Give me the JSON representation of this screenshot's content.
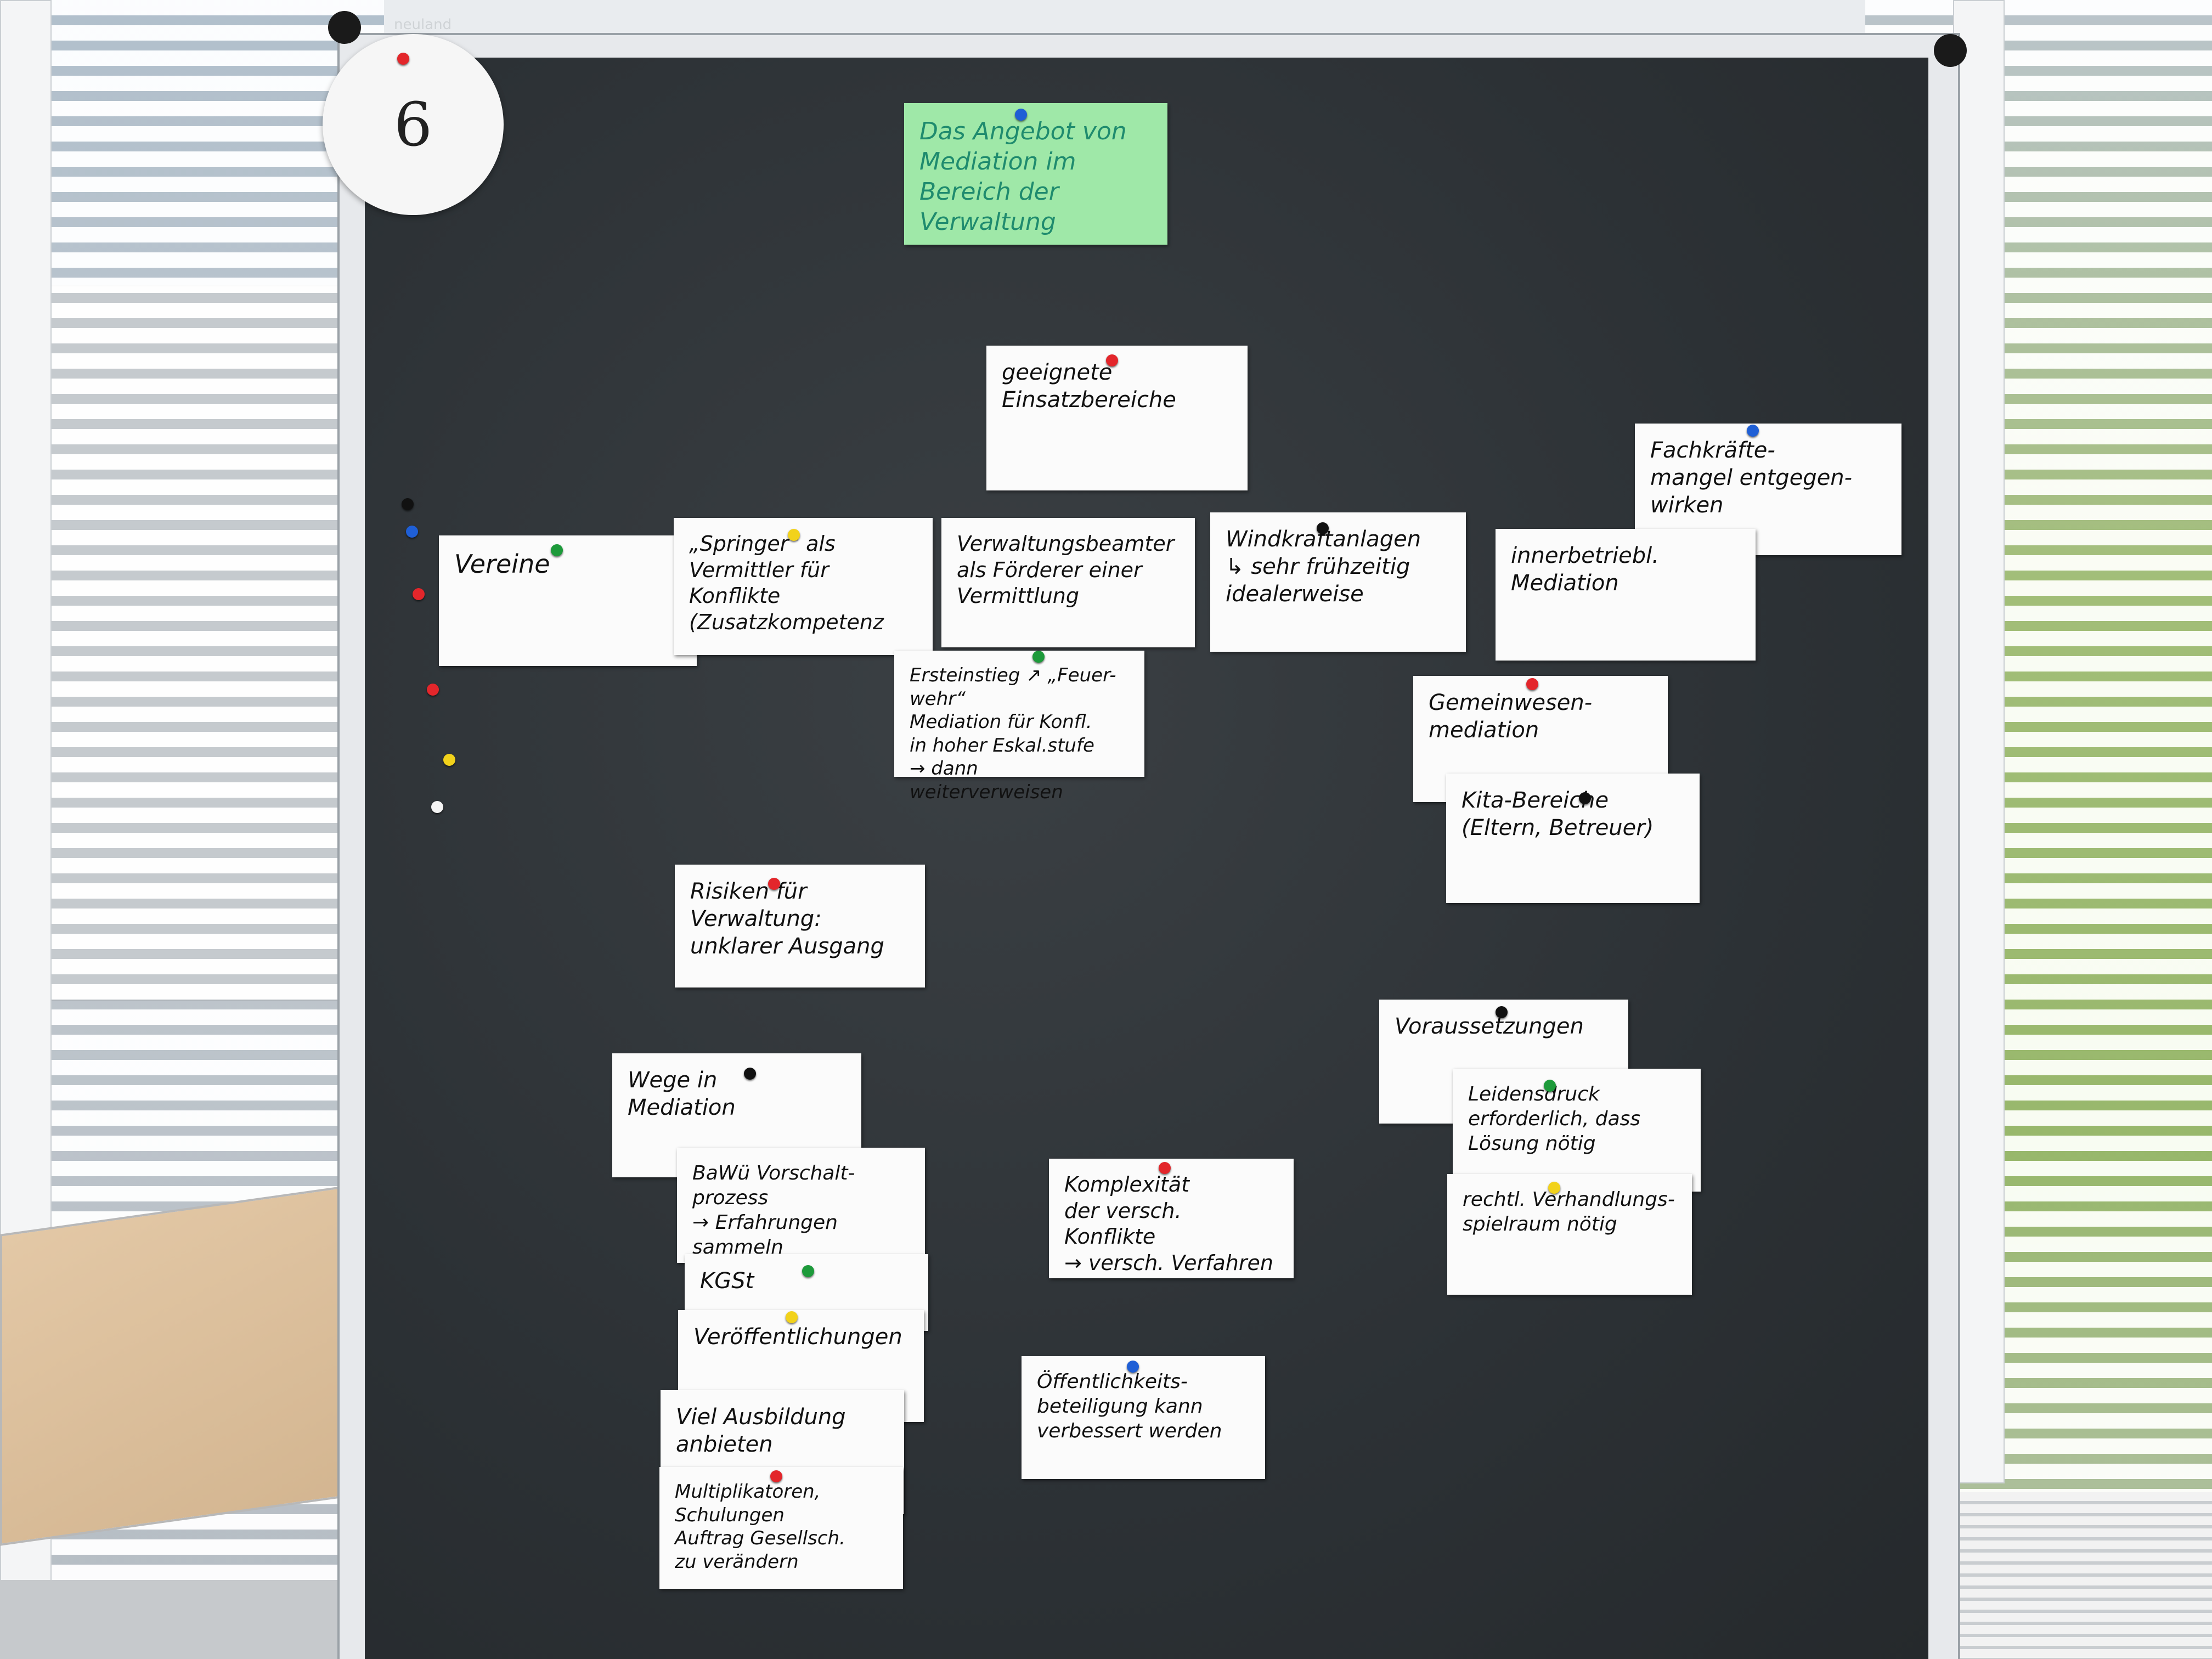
{
  "scene": {
    "brand_label": "neuland",
    "number_disc": "6"
  },
  "cards": {
    "title": "Das Angebot von\nMediation im\nBereich der\nVerwaltung",
    "einsatzbereiche": "geeignete\nEinsatzbereiche",
    "fachkraefte": "Fachkräfte-\nmangel entgegen-\nwirken",
    "vereine": "Vereine",
    "springer": "„Springer“ als\nVermittler für\nKonflikte\n(Zusatzkompetenz",
    "verwaltungsbeamter": "Verwaltungsbeamter\nals Förderer einer\nVermittlung",
    "windkraft": "Windkraftanlagen\n↳ sehr frühzeitig\nidealerweise",
    "innerbetriebl": "innerbetriebl.\nMediation",
    "ersteinstieg": "Ersteinstieg ↗ „Feuer-\nwehr“\nMediation für Konfl.\nin hoher Eskal.stufe\n→ dann weiterverweisen",
    "gemeinwesen": "Gemeinwesen-\nmediation",
    "kita": "Kita-Bereiche\n(Eltern, Betreuer)",
    "risiken": "Risiken für Verwaltung:\nunklarer Ausgang",
    "voraussetzungen": "Voraussetzungen",
    "leidensdruck": "Leidensdruck\nerforderlich, dass\nLösung nötig",
    "verhandlungsspielraum": "rechtl. Verhandlungs-\nspielraum nötig",
    "wege": "Wege in\nMediation",
    "bawue": "BaWü Vorschalt-\nprozess\n→ Erfahrungen\nsammeln",
    "kgst": "KGSt",
    "veroeffentlichungen": "Veröffentlichungen",
    "ausbildung": "Viel Ausbildung\nanbieten",
    "multiplikatoren": "Multiplikatoren,\nSchulungen\nAuftrag Gesellsch.\nzu verändern",
    "komplexitaet": "Komplexität\nder versch. Konflikte\n→ versch. Verfahren",
    "oeffentlichkeit": "Öffentlichkeits-\nbeteiligung kann\nverbessert werden"
  }
}
